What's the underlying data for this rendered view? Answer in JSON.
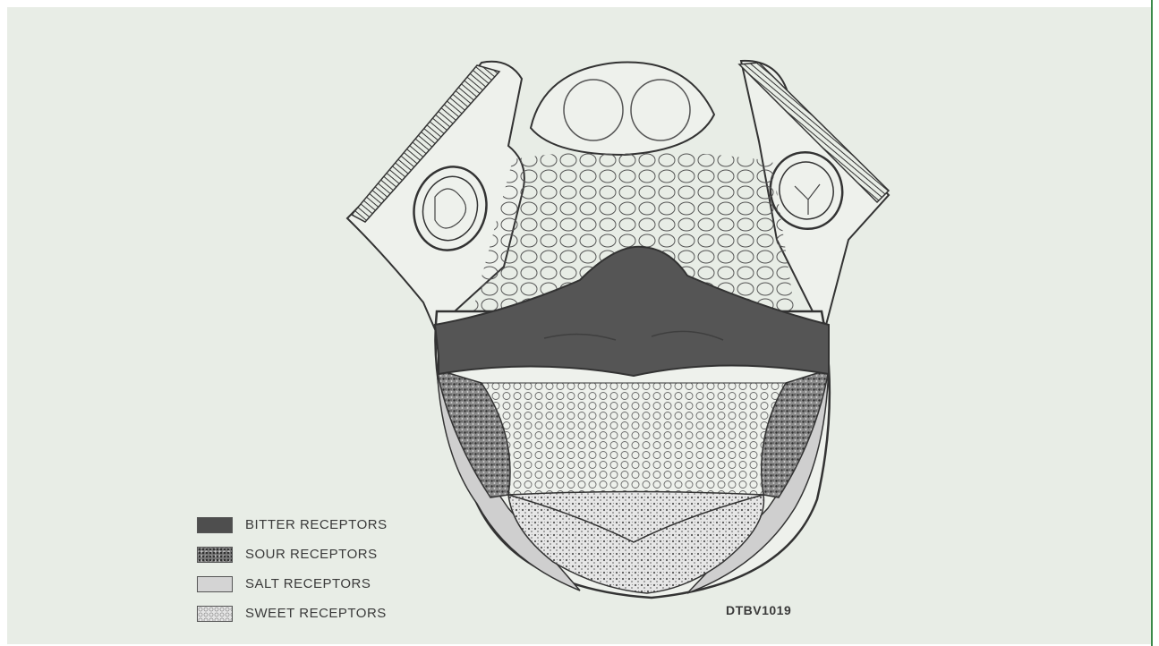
{
  "legend": {
    "items": [
      {
        "label": "BITTER RECEPTORS",
        "pattern": "solid-dark"
      },
      {
        "label": "SOUR RECEPTORS",
        "pattern": "dark-speckled"
      },
      {
        "label": "SALT RECEPTORS",
        "pattern": "light-solid"
      },
      {
        "label": "SWEET RECEPTORS",
        "pattern": "speckled-circles"
      }
    ]
  },
  "figure_code": "DTBV1019",
  "colors": {
    "background": "#e8ede6",
    "bitter": "#4e4e4e",
    "sour": "#7a7a7a",
    "salt": "#d4d4d4",
    "sweet": "#e4e4e4",
    "outline": "#3a3a3a"
  }
}
